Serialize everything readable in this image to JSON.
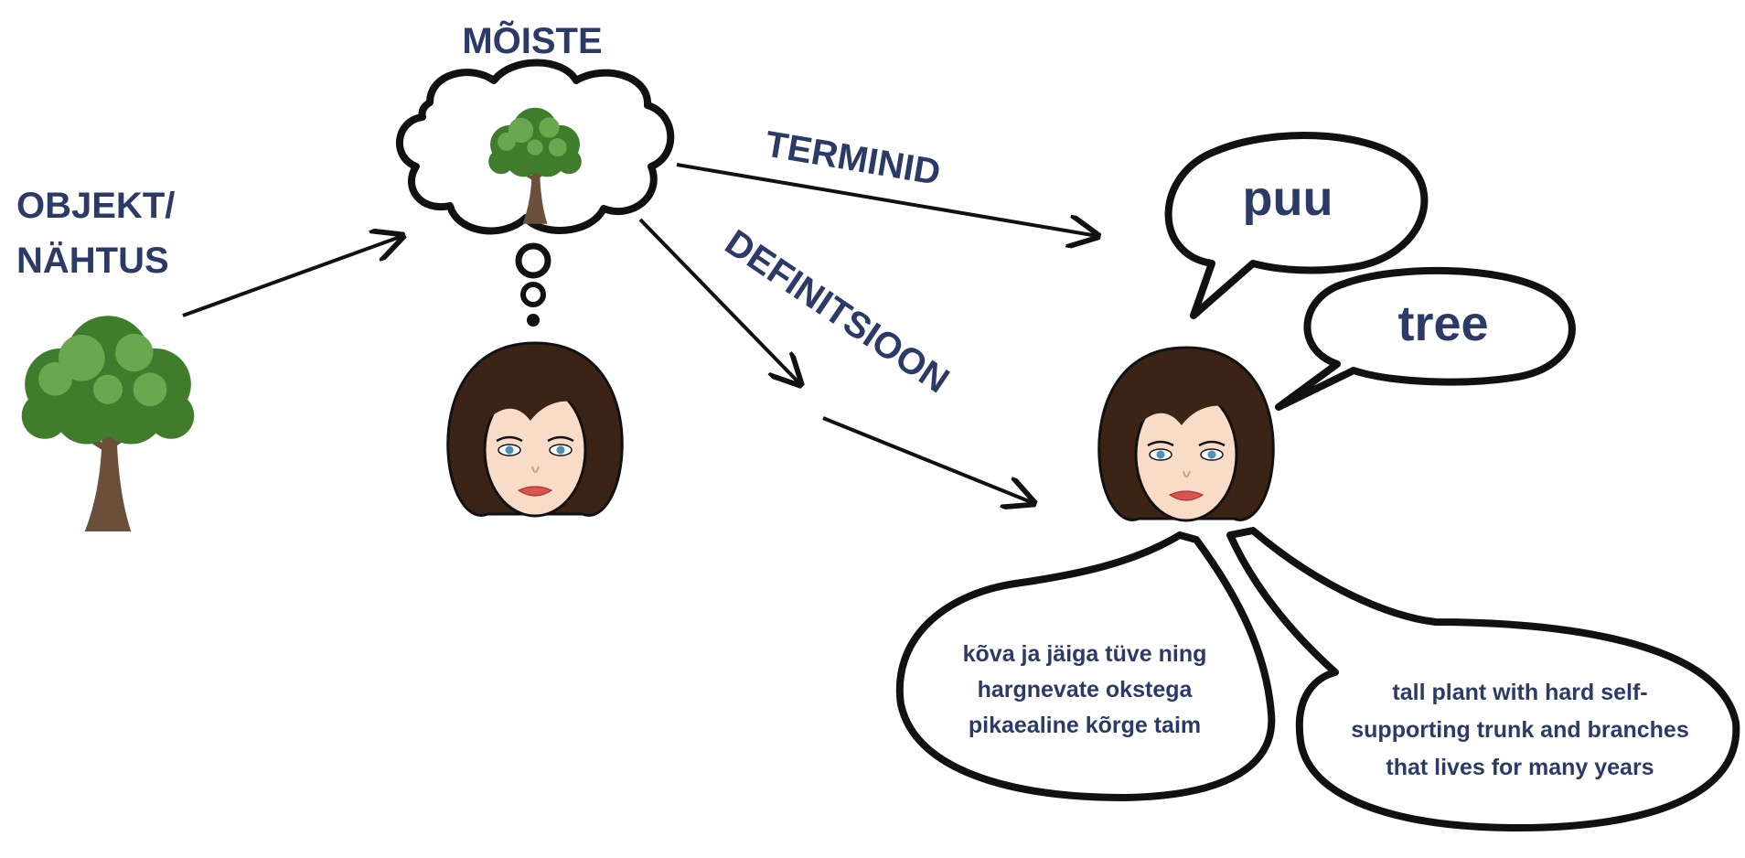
{
  "labels": {
    "object_line1": "OBJEKT/",
    "object_line2": "NÄHTUS",
    "concept": "MÕISTE",
    "terms": "TERMINID",
    "definition": "DEFINITSIOON"
  },
  "bubbles": {
    "term_et": "puu",
    "term_en": "tree",
    "def_et": [
      "kõva ja jäiga tüve ning",
      "hargnevate okstega",
      "pikaealine kõrge taim"
    ],
    "def_en": [
      "tall plant with hard self-",
      "supporting trunk and branches",
      "that lives for many years"
    ]
  },
  "colors": {
    "text": "#2b3a67",
    "outline": "#111111",
    "foliage": "#3f7d2c",
    "foliage_light": "#6aa84f",
    "trunk": "#6b4f3a",
    "hair": "#3b2316",
    "skin": "#f8dcc8",
    "lips": "#d9534f"
  }
}
